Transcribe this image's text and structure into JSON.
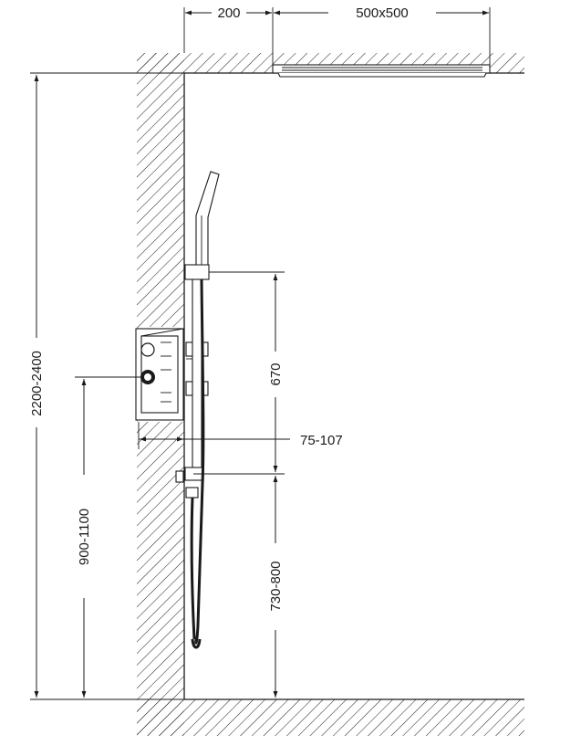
{
  "diagram": {
    "dimensions": {
      "top_offset": "200",
      "head_size": "500x500",
      "total_height": "2200-2400",
      "valve_height": "900-1100",
      "rail_length": "670",
      "install_depth": "75-107",
      "outlet_height": "730-800"
    },
    "colors": {
      "line": "#1a1a1a",
      "background": "#ffffff"
    }
  }
}
